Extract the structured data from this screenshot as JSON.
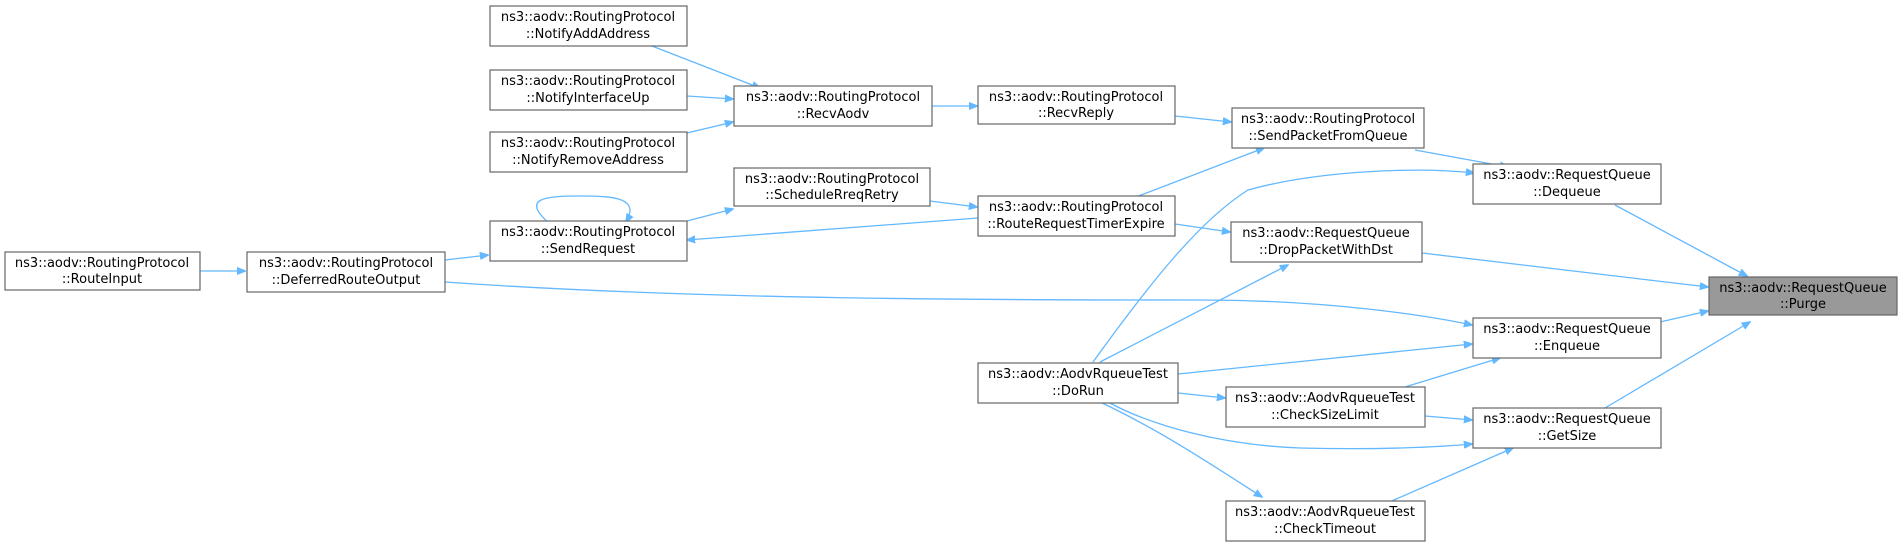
{
  "graph": {
    "nodes": [
      {
        "id": "purge",
        "line1": "ns3::aodv::RequestQueue",
        "line2": "::Purge",
        "highlight": true
      },
      {
        "id": "dequeue",
        "line1": "ns3::aodv::RequestQueue",
        "line2": "::Dequeue"
      },
      {
        "id": "dropPacket",
        "line1": "ns3::aodv::RequestQueue",
        "line2": "::DropPacketWithDst"
      },
      {
        "id": "enqueue",
        "line1": "ns3::aodv::RequestQueue",
        "line2": "::Enqueue"
      },
      {
        "id": "getSize",
        "line1": "ns3::aodv::RequestQueue",
        "line2": "::GetSize"
      },
      {
        "id": "sendPacketFromQueue",
        "line1": "ns3::aodv::RoutingProtocol",
        "line2": "::SendPacketFromQueue"
      },
      {
        "id": "routeRequestTimerExpire",
        "line1": "ns3::aodv::RoutingProtocol",
        "line2": "::RouteRequestTimerExpire"
      },
      {
        "id": "doRun",
        "line1": "ns3::aodv::AodvRqueueTest",
        "line2": "::DoRun"
      },
      {
        "id": "checkSizeLimit",
        "line1": "ns3::aodv::AodvRqueueTest",
        "line2": "::CheckSizeLimit"
      },
      {
        "id": "checkTimeout",
        "line1": "ns3::aodv::AodvRqueueTest",
        "line2": "::CheckTimeout"
      },
      {
        "id": "recvReply",
        "line1": "ns3::aodv::RoutingProtocol",
        "line2": "::RecvReply"
      },
      {
        "id": "recvAodv",
        "line1": "ns3::aodv::RoutingProtocol",
        "line2": "::RecvAodv"
      },
      {
        "id": "notifyAddAddress",
        "line1": "ns3::aodv::RoutingProtocol",
        "line2": "::NotifyAddAddress"
      },
      {
        "id": "notifyInterfaceUp",
        "line1": "ns3::aodv::RoutingProtocol",
        "line2": "::NotifyInterfaceUp"
      },
      {
        "id": "notifyRemoveAddress",
        "line1": "ns3::aodv::RoutingProtocol",
        "line2": "::NotifyRemoveAddress"
      },
      {
        "id": "scheduleRreqRetry",
        "line1": "ns3::aodv::RoutingProtocol",
        "line2": "::ScheduleRreqRetry"
      },
      {
        "id": "sendRequest",
        "line1": "ns3::aodv::RoutingProtocol",
        "line2": "::SendRequest"
      },
      {
        "id": "deferredRouteOutput",
        "line1": "ns3::aodv::RoutingProtocol",
        "line2": "::DeferredRouteOutput"
      },
      {
        "id": "routeInput",
        "line1": "ns3::aodv::RoutingProtocol",
        "line2": "::RouteInput"
      }
    ],
    "edges": [
      {
        "from": "dequeue",
        "to": "purge"
      },
      {
        "from": "dropPacket",
        "to": "purge"
      },
      {
        "from": "enqueue",
        "to": "purge"
      },
      {
        "from": "getSize",
        "to": "purge"
      },
      {
        "from": "sendPacketFromQueue",
        "to": "dequeue"
      },
      {
        "from": "doRun",
        "to": "dequeue"
      },
      {
        "from": "routeRequestTimerExpire",
        "to": "dropPacket"
      },
      {
        "from": "doRun",
        "to": "dropPacket"
      },
      {
        "from": "deferredRouteOutput",
        "to": "enqueue"
      },
      {
        "from": "doRun",
        "to": "enqueue"
      },
      {
        "from": "checkSizeLimit",
        "to": "enqueue"
      },
      {
        "from": "checkSizeLimit",
        "to": "getSize"
      },
      {
        "from": "doRun",
        "to": "getSize"
      },
      {
        "from": "checkTimeout",
        "to": "getSize"
      },
      {
        "from": "recvReply",
        "to": "sendPacketFromQueue"
      },
      {
        "from": "routeRequestTimerExpire",
        "to": "sendPacketFromQueue"
      },
      {
        "from": "routeRequestTimerExpire",
        "to": "sendRequest"
      },
      {
        "from": "doRun",
        "to": "checkSizeLimit"
      },
      {
        "from": "doRun",
        "to": "checkTimeout"
      },
      {
        "from": "recvAodv",
        "to": "recvReply"
      },
      {
        "from": "notifyAddAddress",
        "to": "recvAodv"
      },
      {
        "from": "notifyInterfaceUp",
        "to": "recvAodv"
      },
      {
        "from": "notifyRemoveAddress",
        "to": "recvAodv"
      },
      {
        "from": "scheduleRreqRetry",
        "to": "routeRequestTimerExpire"
      },
      {
        "from": "sendRequest",
        "to": "scheduleRreqRetry"
      },
      {
        "from": "sendRequest",
        "to": "sendRequest"
      },
      {
        "from": "deferredRouteOutput",
        "to": "sendRequest"
      },
      {
        "from": "routeInput",
        "to": "deferredRouteOutput"
      }
    ]
  }
}
